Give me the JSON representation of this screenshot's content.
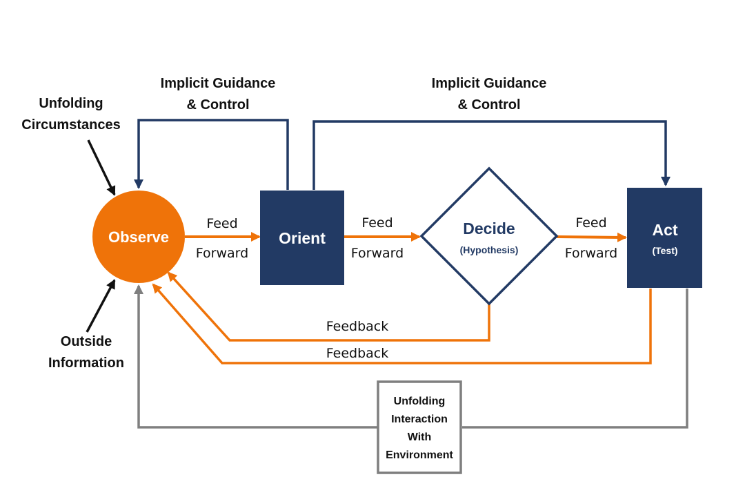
{
  "colors": {
    "orange": "#ef7309",
    "navy": "#223a64",
    "gray": "#7f7f7f",
    "black": "#111111"
  },
  "nodes": {
    "observe": {
      "label": "Observe"
    },
    "orient": {
      "label": "Orient"
    },
    "decide": {
      "label": "Decide",
      "sublabel": "(Hypothesis)"
    },
    "act": {
      "label": "Act",
      "sublabel": "(Test)"
    },
    "environment": {
      "lines": [
        "Unfolding",
        "Interaction",
        "With",
        "Environment"
      ]
    }
  },
  "inputs": {
    "unfolding_circumstances": [
      "Unfolding",
      "Circumstances"
    ],
    "outside_information": [
      "Outside",
      "Information"
    ]
  },
  "guidance": {
    "left": [
      "Implicit Guidance",
      "& Control"
    ],
    "right": [
      "Implicit Guidance",
      "& Control"
    ]
  },
  "edges": {
    "ff1": [
      "Feed",
      "Forward"
    ],
    "ff2": [
      "Feed",
      "Forward"
    ],
    "ff3": [
      "Feed",
      "Forward"
    ],
    "feedback_decide": "Feedback",
    "feedback_act": "Feedback"
  }
}
